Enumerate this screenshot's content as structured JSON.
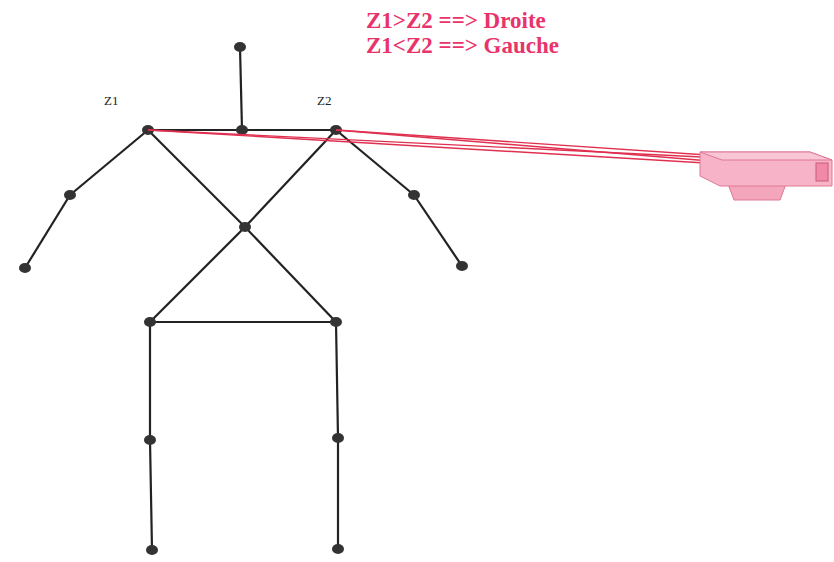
{
  "diagram": {
    "labels": [
      "Z1>Z2 ==> Droite",
      "Z1<Z2 ==> Gauche",
      "Z1",
      "Z2"
    ]
  }
}
